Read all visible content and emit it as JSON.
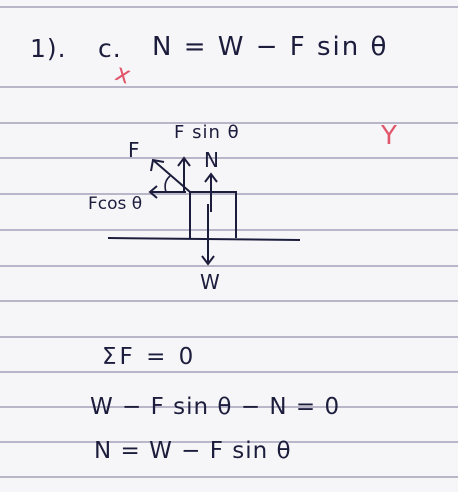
{
  "answer": {
    "number": "1).",
    "part": "c.",
    "equation": "N = W − F sin θ"
  },
  "grading": {
    "mark_top": "x",
    "mark_side": "Y"
  },
  "diagram": {
    "label_f": "F",
    "label_fsin": "F sin θ",
    "label_n": "N",
    "label_fcos": "Fcos θ",
    "label_w": "W"
  },
  "work": {
    "line1": "ΣF = 0",
    "line2": "W − F sin θ − N = 0",
    "line3": "N = W − F sin θ"
  },
  "colors": {
    "ink": "#1c1d3c",
    "grade_mark": "#e0566a",
    "ruling": "#b8b6c8",
    "paper": "#f6f5f8"
  }
}
